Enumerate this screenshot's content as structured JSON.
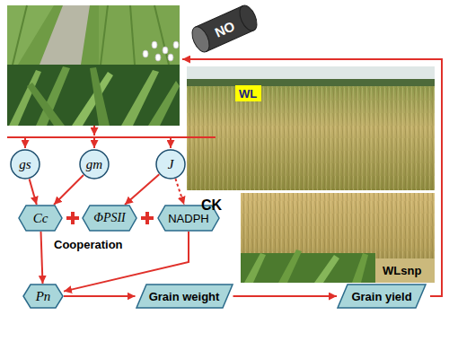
{
  "diagram": {
    "nodes": [
      {
        "text": [
          "NO"
        ]
      },
      {
        "text": [
          "WL"
        ]
      },
      {
        "text": [
          "gs"
        ]
      },
      {
        "text": [
          "gm"
        ]
      },
      {
        "text": [
          "J"
        ]
      },
      {
        "text": [
          "Cc"
        ]
      },
      {
        "text": [
          "ΦPSII"
        ]
      },
      {
        "text": [
          "NADPH"
        ]
      },
      {
        "text": [
          "Pn"
        ]
      },
      {
        "text": [
          "Grain weight"
        ]
      },
      {
        "text": [
          "Grain yield"
        ]
      }
    ],
    "edges": [
      {
        "from": 2,
        "to": 5,
        "arrow": "to"
      },
      {
        "from": 3,
        "to": 5,
        "arrow": "to"
      },
      {
        "from": 4,
        "to": 6,
        "arrow": "to"
      },
      {
        "from": 4,
        "to": 7,
        "arrow": "to"
      },
      {
        "from": 5,
        "to": 8,
        "arrow": "to"
      },
      {
        "from": 7,
        "to": 8,
        "arrow": "to"
      },
      {
        "from": 8,
        "to": 9,
        "arrow": "to"
      },
      {
        "from": 9,
        "to": 10,
        "arrow": "to"
      }
    ],
    "labels": [
      "CK",
      "WLsnp",
      "Cooperation"
    ]
  }
}
